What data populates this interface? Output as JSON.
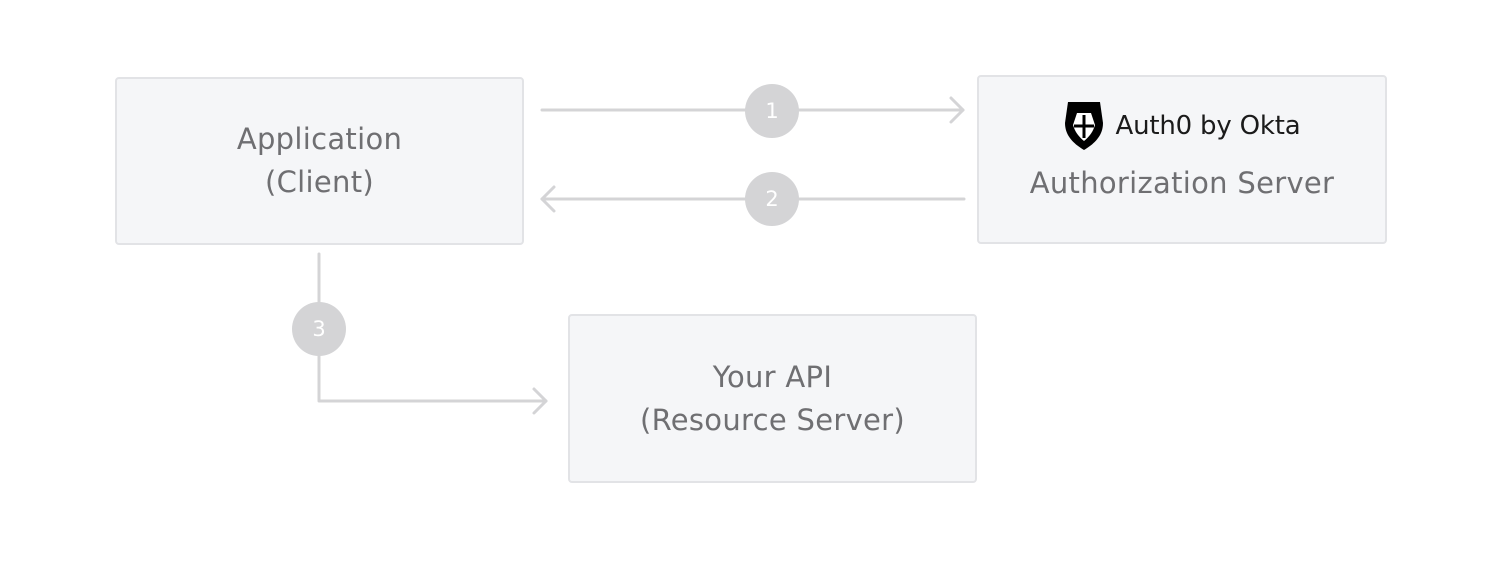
{
  "client": {
    "title": "Application",
    "subtitle": "(Client)"
  },
  "authorization_server": {
    "logo_icon": "auth0-shield-icon",
    "brand": "Auth0 by Okta",
    "title": "Authorization Server"
  },
  "api": {
    "title": "Your API",
    "subtitle": "(Resource Server)"
  },
  "steps": [
    {
      "label": "1"
    },
    {
      "label": "2"
    },
    {
      "label": "3"
    }
  ],
  "colors": {
    "box_fill": "#f5f6f8",
    "box_border": "#e2e3e6",
    "connector": "#d4d4d6",
    "step_circle": "#d4d4d6",
    "text": "#6f6f72",
    "brand": "#1b1b1b"
  }
}
